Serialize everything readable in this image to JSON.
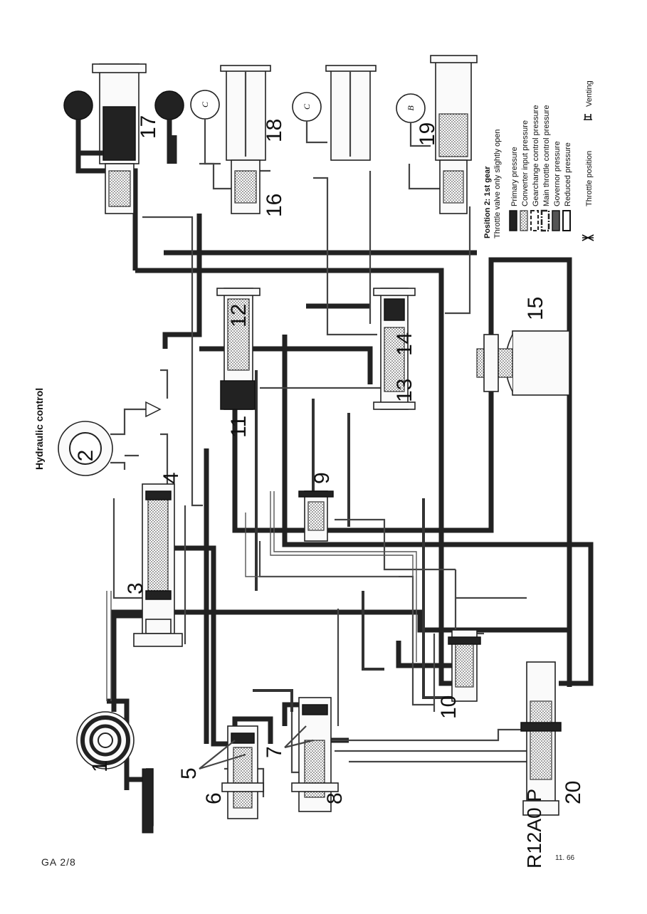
{
  "diagram": {
    "title": "Hydraulic control",
    "legend": {
      "heading": "Position 2: 1st gear",
      "subheading": "Throttle valve only slightly open",
      "entries": [
        {
          "label": "Primary pressure",
          "pattern": "solid-dark"
        },
        {
          "label": "Converter input pressure",
          "pattern": "stippled"
        },
        {
          "label": "Gearchange control pressure",
          "pattern": "dashed-box"
        },
        {
          "label": "Main throttle control pressure",
          "pattern": "chain-box"
        },
        {
          "label": "Governor pressure",
          "pattern": "dense-stipple"
        },
        {
          "label": "Reduced pressure",
          "pattern": "hollow"
        }
      ],
      "symbols": [
        {
          "label": "Throttle position",
          "icon": "throttle-position-icon"
        },
        {
          "label": "Venting",
          "icon": "venting-icon"
        }
      ]
    },
    "callouts": [
      "1",
      "2",
      "3",
      "4",
      "5",
      "6",
      "7",
      "8",
      "9",
      "10",
      "11",
      "12",
      "13",
      "14",
      "15",
      "16",
      "17",
      "18",
      "19",
      "20"
    ],
    "circle_labels": [
      "C",
      "C",
      "B"
    ],
    "selector_label": "R12A0 P"
  },
  "footer": {
    "left": "GA 2/8",
    "right": "11. 66"
  },
  "colors": {
    "ink": "#222222",
    "paper": "#ffffff"
  }
}
